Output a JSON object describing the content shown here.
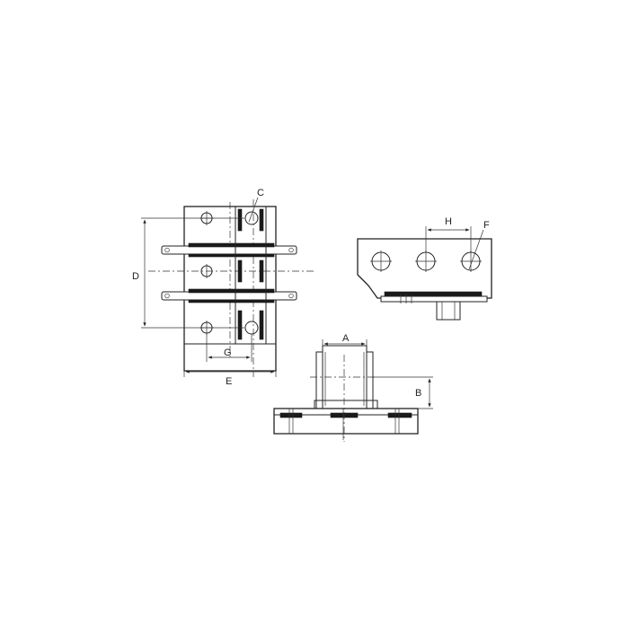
{
  "diagram": {
    "dimension_labels": {
      "A": "A",
      "B": "B",
      "C": "C",
      "D": "D",
      "E": "E",
      "F": "F",
      "G": "G",
      "H": "H"
    }
  }
}
